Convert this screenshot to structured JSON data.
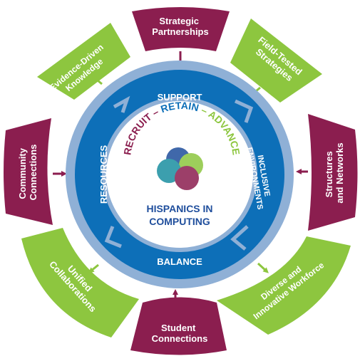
{
  "center": {
    "title_line1": "HISPANICS IN",
    "title_line2": "COMPUTING",
    "arc_text": {
      "recruit": "RECRUIT",
      "dash1": "–",
      "retain": "RETAIN",
      "dash2": "–",
      "advance": "ADVANCE"
    }
  },
  "inner_ring": {
    "top": "SUPPORT",
    "right_line1": "INCLUSIVE",
    "right_line2": "ENVIRONMENTS",
    "bottom": "BALANCE",
    "left": "RESOURCES"
  },
  "outer_ring": [
    {
      "id": "strategic-partnerships",
      "line1": "Strategic",
      "line2": "Partnerships",
      "color": "#8b1e4f"
    },
    {
      "id": "field-tested-strategies",
      "line1": "Field-Tested",
      "line2": "Strategies",
      "color": "#8dc63f"
    },
    {
      "id": "structures-and-networks",
      "line1": "Structures",
      "line2": "and Networks",
      "color": "#8b1e4f"
    },
    {
      "id": "diverse-and-innovative-workforce",
      "line1": "Diverse and",
      "line2": "Innovative Workforce",
      "color": "#8dc63f"
    },
    {
      "id": "student-connections",
      "line1": "Student",
      "line2": "Connections",
      "color": "#8b1e4f"
    },
    {
      "id": "unified-collaborations",
      "line1": "Unified",
      "line2": "Collaborations",
      "color": "#8dc63f"
    },
    {
      "id": "community-connections",
      "line1": "Community",
      "line2": "Connections",
      "color": "#8b1e4f"
    },
    {
      "id": "evidence-driven-knowledge",
      "line1": "Evidence-Driven",
      "line2": "Knowledge",
      "color": "#8dc63f"
    }
  ],
  "colors": {
    "maroon": "#8b1e4f",
    "green": "#8dc63f",
    "ring_blue": "#0d6fb8",
    "ring_light": "#8fb0d6",
    "navy": "#1f4e9c"
  }
}
